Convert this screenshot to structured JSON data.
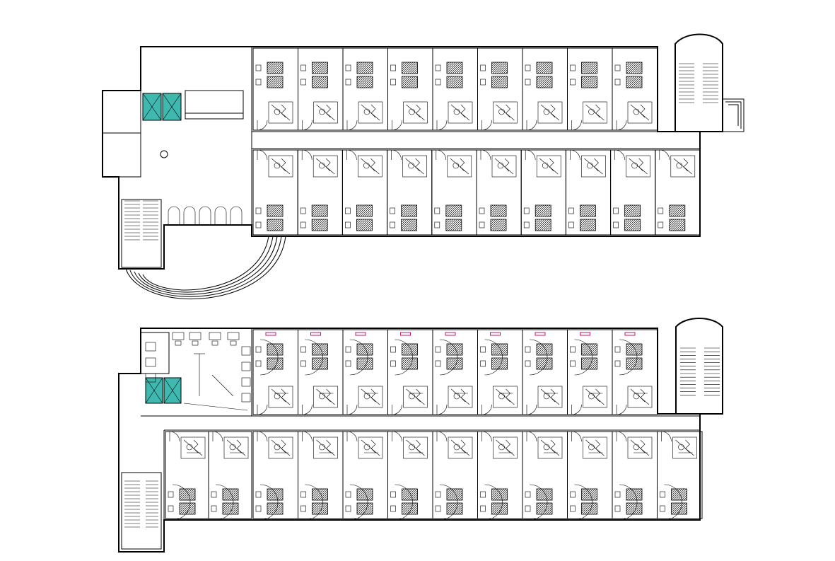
{
  "drawing": {
    "colors": {
      "line": "#000000",
      "background": "#ffffff",
      "lift_glass": "#3fb8b0",
      "accent_magenta": "#c0186a"
    },
    "upper_plan": {
      "rooms_top_row": 9,
      "rooms_bottom_row": 10
    },
    "lower_plan": {
      "rooms_top_row": 9,
      "rooms_bottom_row": 12
    }
  }
}
